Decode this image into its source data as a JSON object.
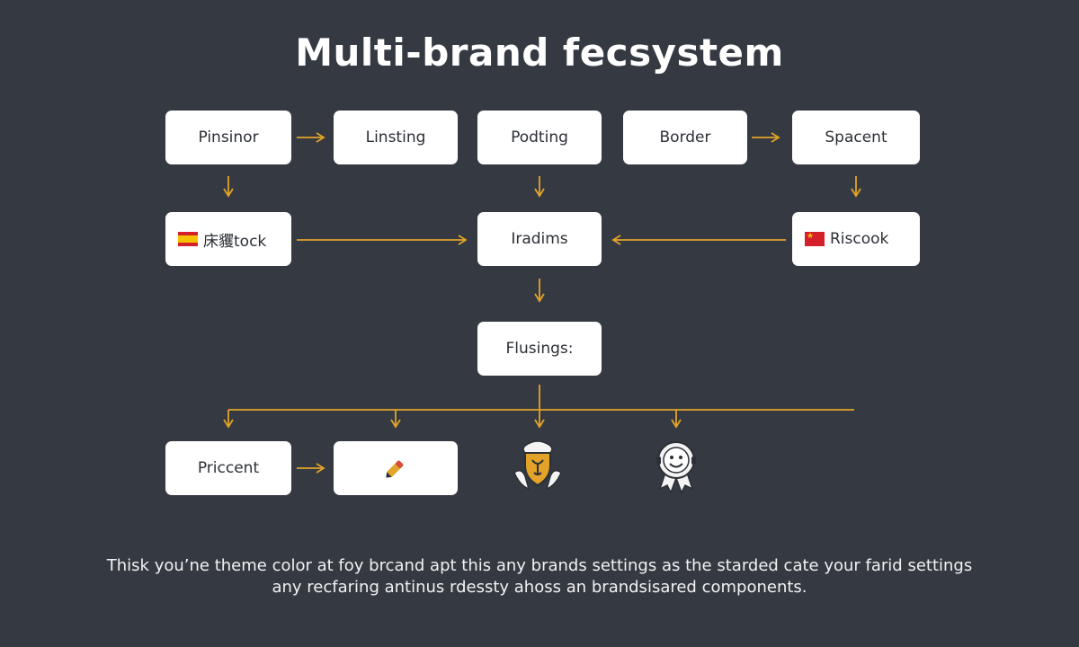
{
  "title": "Multi-brand fecsystem",
  "accent_color": "#e3a328",
  "nodes": {
    "pinsinor": "Pinsinor",
    "linsting": "Linsting",
    "podting": "Podting",
    "border": "Border",
    "spacent": "Spacent",
    "tock": "床貜tock",
    "iradims": "Iradims",
    "riscook": "Riscook",
    "flusings": "Flusings:",
    "priccent": "Priccent"
  },
  "icons": {
    "tock_flag": "spain-flag-icon",
    "riscook_flag": "china-flag-icon",
    "pencil_node": "pencil-icon",
    "shield_emblem": "shield-emblem-icon",
    "face_emblem": "face-badge-icon"
  },
  "caption": {
    "line1": "Thisk you’ne theme color at foy brcand apt this any brands settings as the starded cate your farid settings",
    "line2": "any recfaring antinus rdessty ahoss an brandsisared components."
  }
}
